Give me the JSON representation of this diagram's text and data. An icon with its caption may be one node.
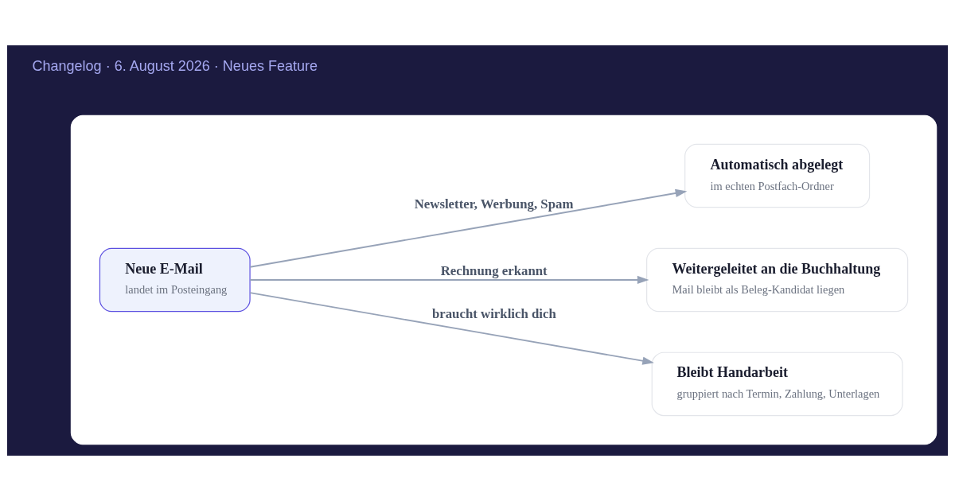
{
  "diagram": {
    "nodes": [
      {
        "text": [],
        "shape": "box"
      },
      {
        "text": [
          "Neue E-Mail",
          "landet im Posteingang"
        ],
        "in": 0
      },
      {
        "text": [
          "Automatisch abgelegt",
          "im echten Postfach-Ordner"
        ],
        "in": 0
      },
      {
        "text": [
          "Weitergeleitet an die Buchhaltung",
          "Mail bleibt als Beleg-Kandidat liegen"
        ],
        "in": 0
      },
      {
        "text": [
          "Bleibt Handarbeit",
          "gruppiert nach Termin, Zahlung, Unterlagen"
        ],
        "in": 0
      }
    ],
    "edges": [
      {
        "from": 1,
        "to": 2,
        "arrow": "to",
        "label": "Newsletter, Werbung, Spam"
      },
      {
        "from": 1,
        "to": 3,
        "arrow": "to",
        "label": "Rechnung erkannt"
      },
      {
        "from": 1,
        "to": 4,
        "arrow": "to",
        "label": "braucht wirklich dich"
      }
    ],
    "labels": [
      "Changelog · 6. August 2026 · Neues Feature"
    ]
  }
}
